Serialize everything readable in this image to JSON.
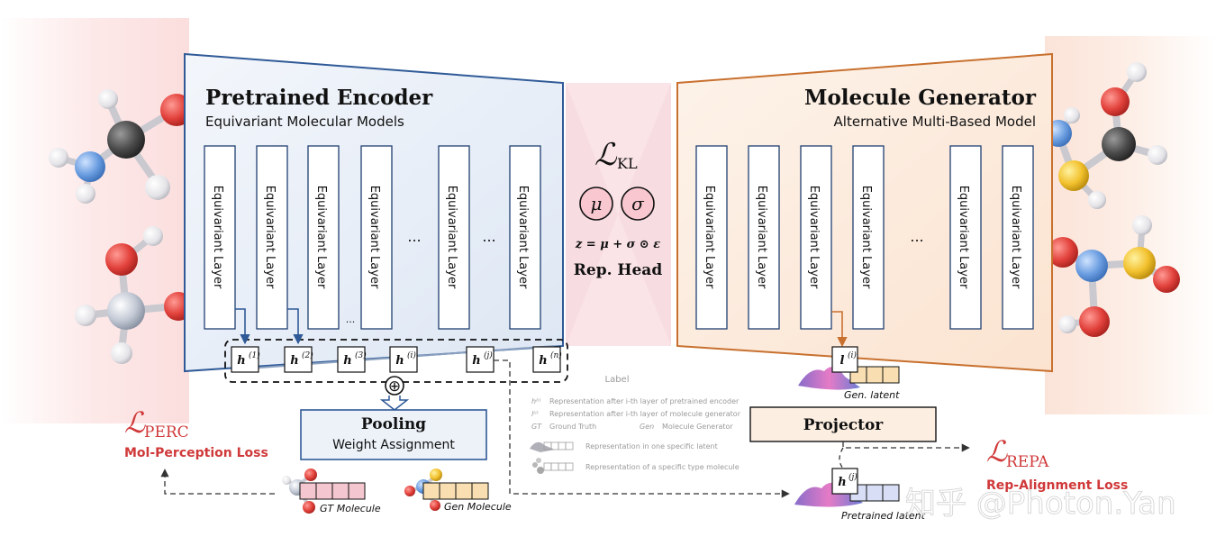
{
  "encoder": {
    "title": "Pretrained Encoder",
    "subtitle": "Equivariant Molecular Models",
    "layer_label": "Equivariant Layer",
    "ellipsis": "...",
    "small_ellipsis": "...",
    "hidden_states": [
      "h",
      "h",
      "h",
      "h",
      "h",
      "h"
    ],
    "hidden_sups": [
      "(1)",
      "(2)",
      "(3)",
      "(i)",
      "(j)",
      "(n)"
    ]
  },
  "generator": {
    "title": "Molecule Generator",
    "subtitle": "Alternative Multi-Based Model",
    "layer_label": "Equivariant Layer",
    "ellipsis": "...",
    "latent": "l",
    "latent_sup": "(i)",
    "latent_caption": "Gen. latent"
  },
  "rep_head": {
    "kl_script": "ℒ",
    "kl_sub": "KL",
    "mu": "μ",
    "sigma": "σ",
    "formula": "z = μ + σ ⊙ ε",
    "title": "Rep. Head"
  },
  "pooling": {
    "plus": "⊕",
    "title": "Pooling",
    "subtitle": "Weight Assignment"
  },
  "projector": {
    "title": "Projector",
    "output": "h",
    "output_sup": "(j)",
    "caption": "Pretrained latent"
  },
  "losses": {
    "perc_script": "ℒ",
    "perc_sub": "PERC",
    "perc_caption": "Mol-Perception Loss",
    "repa_script": "ℒ",
    "repa_sub": "REPA",
    "repa_caption": "Rep-Alignment Loss"
  },
  "molecules": {
    "gt_caption": "GT Molecule",
    "gen_caption": "Gen Molecule"
  },
  "legend": {
    "title": "Label",
    "rows": [
      {
        "symbol": "h⁽ⁱ⁾",
        "text": "Representation after i-th layer of pretrained encoder"
      },
      {
        "symbol": "l⁽ⁱ⁾",
        "text": "Representation after i-th layer of molecule generator"
      },
      {
        "symbol": "GT",
        "text": "Ground Truth",
        "symbol2": "Gen",
        "text2": "Molecule Generator"
      },
      {
        "text": "Representation in one specific latent"
      },
      {
        "text": "Representation of a specific type molecule"
      }
    ]
  },
  "watermark": "知乎 @Photon.Yan",
  "colors": {
    "encoder_border": "#2f5a97",
    "generator_border": "#c8702e",
    "rep_head_bg": "#f7dde2",
    "loss_red": "#d0393a",
    "arrow_blue": "#2f5a97",
    "arrow_orange": "#c8702e"
  }
}
